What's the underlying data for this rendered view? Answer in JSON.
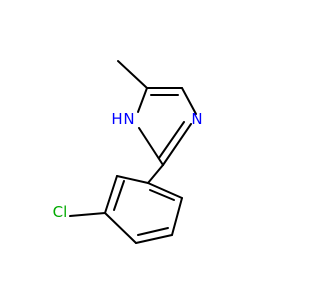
{
  "molecule": {
    "labels": {
      "nh": "H",
      "nh_n": "N",
      "n": "N",
      "cl": "Cl"
    },
    "colors": {
      "bond": "#000000",
      "nitrogen": "#0000ff",
      "chlorine": "#00aa00"
    }
  }
}
